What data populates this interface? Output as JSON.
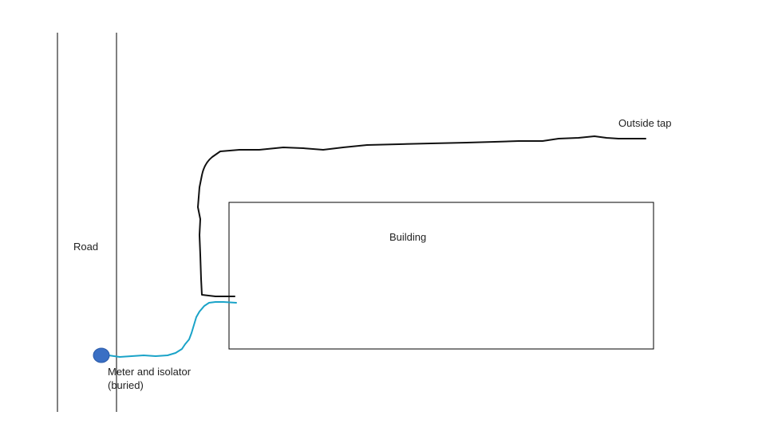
{
  "labels": {
    "road": "Road",
    "building": "Building",
    "outside_tap": "Outside tap",
    "meter_line1": "Meter and isolator",
    "meter_line2": "(buried)"
  },
  "colors": {
    "background": "#ffffff",
    "lines": "#000000",
    "outdoor_pipe": "#111111",
    "supply_pipe": "#1aa3c8",
    "meter_fill": "#3a6fc4",
    "meter_stroke": "#2a5aa8",
    "text": "#222222"
  },
  "elements": {
    "road_edges": 2,
    "building": "rectangle",
    "meter": "filled-circle",
    "supply_pipe": "wavy-line",
    "tap_pipe": "wavy-line"
  }
}
